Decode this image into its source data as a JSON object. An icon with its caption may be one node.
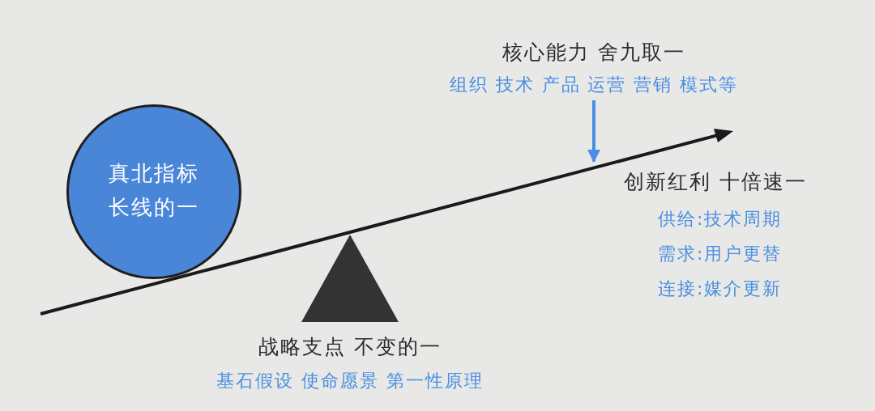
{
  "diagram": {
    "nodes": [
      {
        "text": [
          "真北指标",
          "长线的一"
        ]
      },
      {
        "text": [],
        "shape": "triangle",
        "beside": [
          "战略支点 不变的一",
          "基石假设 使命愿景 第一性原理"
        ]
      },
      {
        "text": [
          "核心能力 舍九取一",
          "组织 技术 产品 运营 营销 模式等"
        ]
      }
    ],
    "labels": [
      "创新红利 十倍速一",
      "供给:技术周期",
      "需求:用户更替",
      "连接:媒介更新"
    ]
  }
}
